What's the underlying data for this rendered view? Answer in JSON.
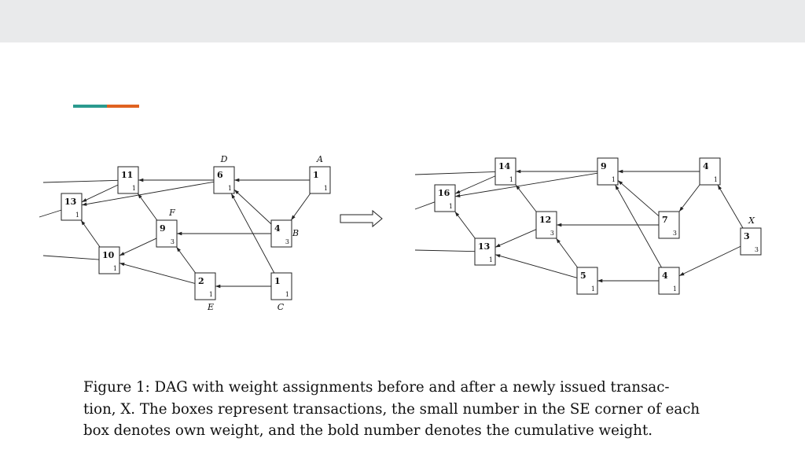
{
  "colors": {
    "accent_teal": "#2a9a8e",
    "accent_orange": "#e06220",
    "top_bar": "#e9eaeb"
  },
  "left_dag": {
    "nodes": [
      {
        "id": "11",
        "cum": "11",
        "own": "1",
        "label": ""
      },
      {
        "id": "6",
        "cum": "6",
        "own": "1",
        "label": "D"
      },
      {
        "id": "1a",
        "cum": "1",
        "own": "1",
        "label": "A"
      },
      {
        "id": "13",
        "cum": "13",
        "own": "1",
        "label": ""
      },
      {
        "id": "9",
        "cum": "9",
        "own": "3",
        "label": "F"
      },
      {
        "id": "4",
        "cum": "4",
        "own": "3",
        "label": "B"
      },
      {
        "id": "10",
        "cum": "10",
        "own": "1",
        "label": ""
      },
      {
        "id": "2",
        "cum": "2",
        "own": "1",
        "label": "E"
      },
      {
        "id": "1c",
        "cum": "1",
        "own": "1",
        "label": "C"
      }
    ]
  },
  "right_dag": {
    "nodes": [
      {
        "id": "14",
        "cum": "14",
        "own": "1",
        "label": ""
      },
      {
        "id": "9",
        "cum": "9",
        "own": "1",
        "label": ""
      },
      {
        "id": "4t",
        "cum": "4",
        "own": "1",
        "label": ""
      },
      {
        "id": "16",
        "cum": "16",
        "own": "1",
        "label": ""
      },
      {
        "id": "12",
        "cum": "12",
        "own": "3",
        "label": ""
      },
      {
        "id": "7",
        "cum": "7",
        "own": "3",
        "label": ""
      },
      {
        "id": "3",
        "cum": "3",
        "own": "3",
        "label": "X"
      },
      {
        "id": "13",
        "cum": "13",
        "own": "1",
        "label": ""
      },
      {
        "id": "5",
        "cum": "5",
        "own": "1",
        "label": ""
      },
      {
        "id": "4b",
        "cum": "4",
        "own": "1",
        "label": ""
      }
    ]
  },
  "caption": {
    "line1": "Figure 1:  DAG with weight assignments before and after a newly issued transac-",
    "line2": "tion, X.  The boxes represent transactions, the small number in the SE corner of each",
    "line3": "box denotes own weight, and the bold number denotes the cumulative weight."
  }
}
